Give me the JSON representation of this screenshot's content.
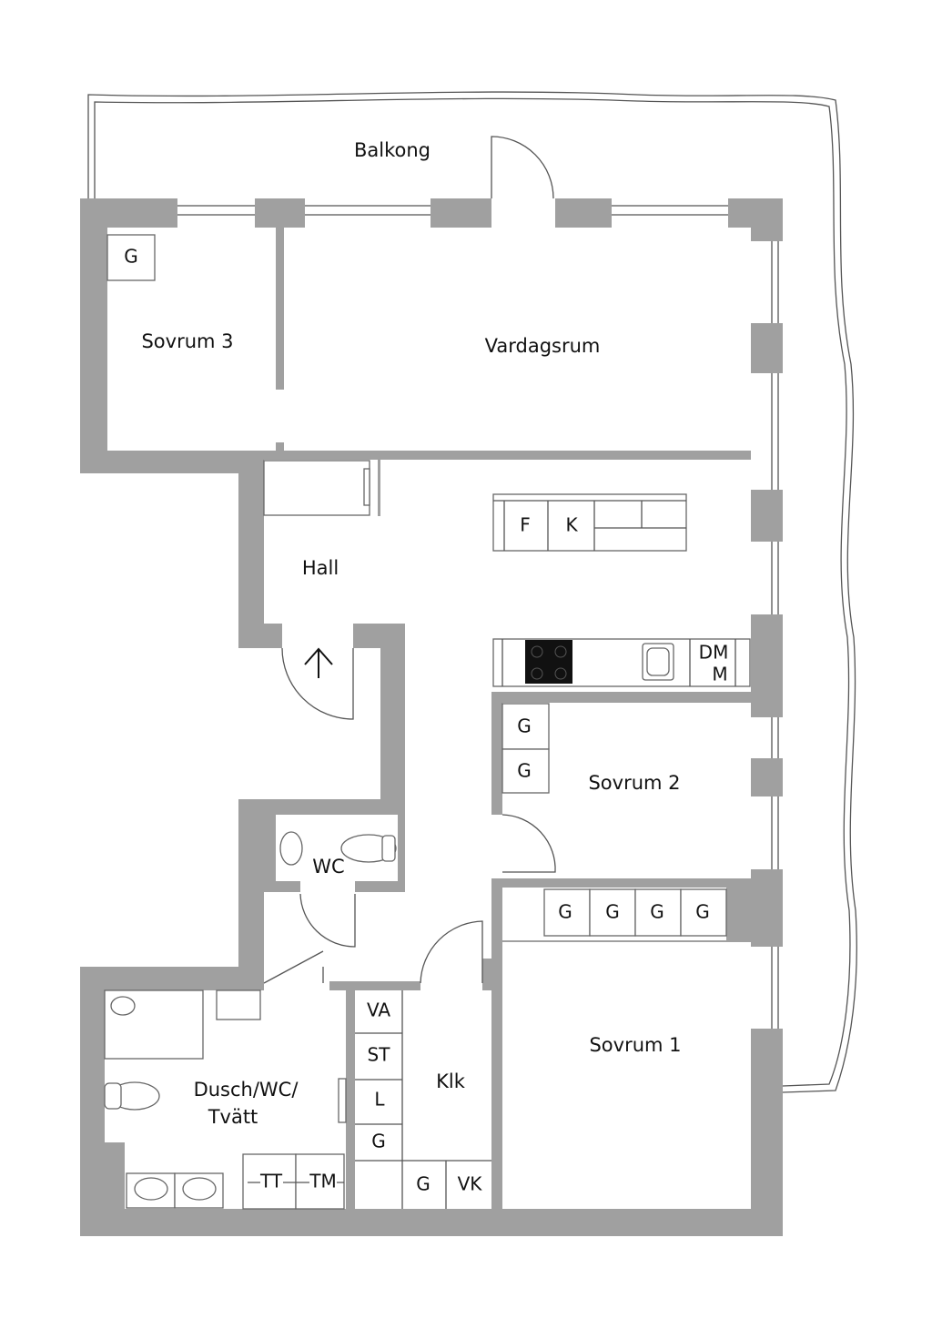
{
  "rooms": {
    "balkong": "Balkong",
    "sovrum3": "Sovrum 3",
    "vardagsrum": "Vardagsrum",
    "hall": "Hall",
    "wc": "WC",
    "sovrum2": "Sovrum 2",
    "sovrum1": "Sovrum 1",
    "dusch_line1": "Dusch/WC/",
    "dusch_line2": "Tvätt",
    "klk": "Klk"
  },
  "fixtures": {
    "g": "G",
    "f": "F",
    "k": "K",
    "dm": "DM",
    "m": "M",
    "va": "VA",
    "st": "ST",
    "l": "L",
    "vk": "VK",
    "tt": "TT",
    "tm": "TM"
  },
  "colors": {
    "wall": "#a0a0a0",
    "line": "#555555"
  }
}
